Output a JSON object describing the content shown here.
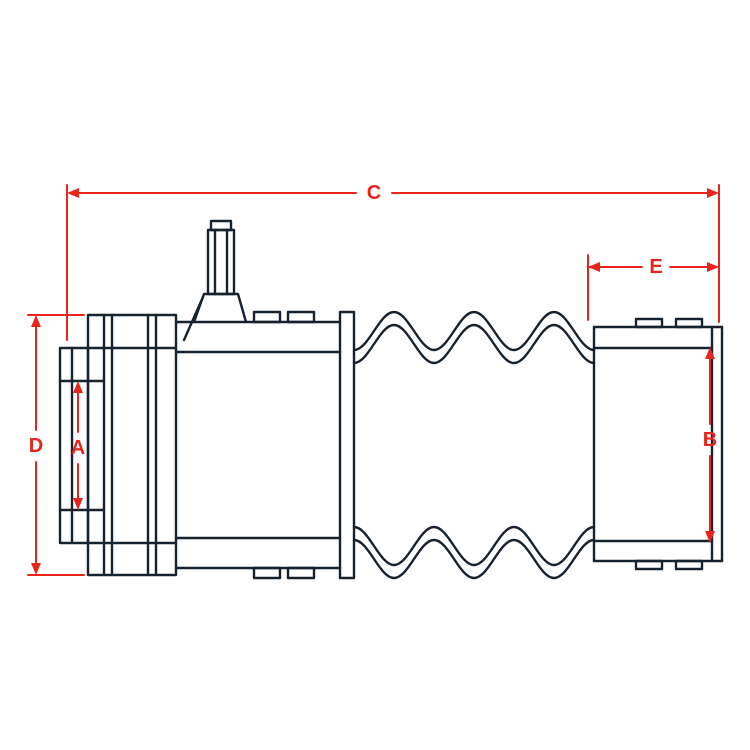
{
  "diagram": {
    "labels": {
      "a": "A",
      "b": "B",
      "c": "C",
      "d": "D",
      "e": "E"
    },
    "colors": {
      "outline": "#16222e",
      "dimension": "#e8251d",
      "background": "#ffffff"
    }
  }
}
